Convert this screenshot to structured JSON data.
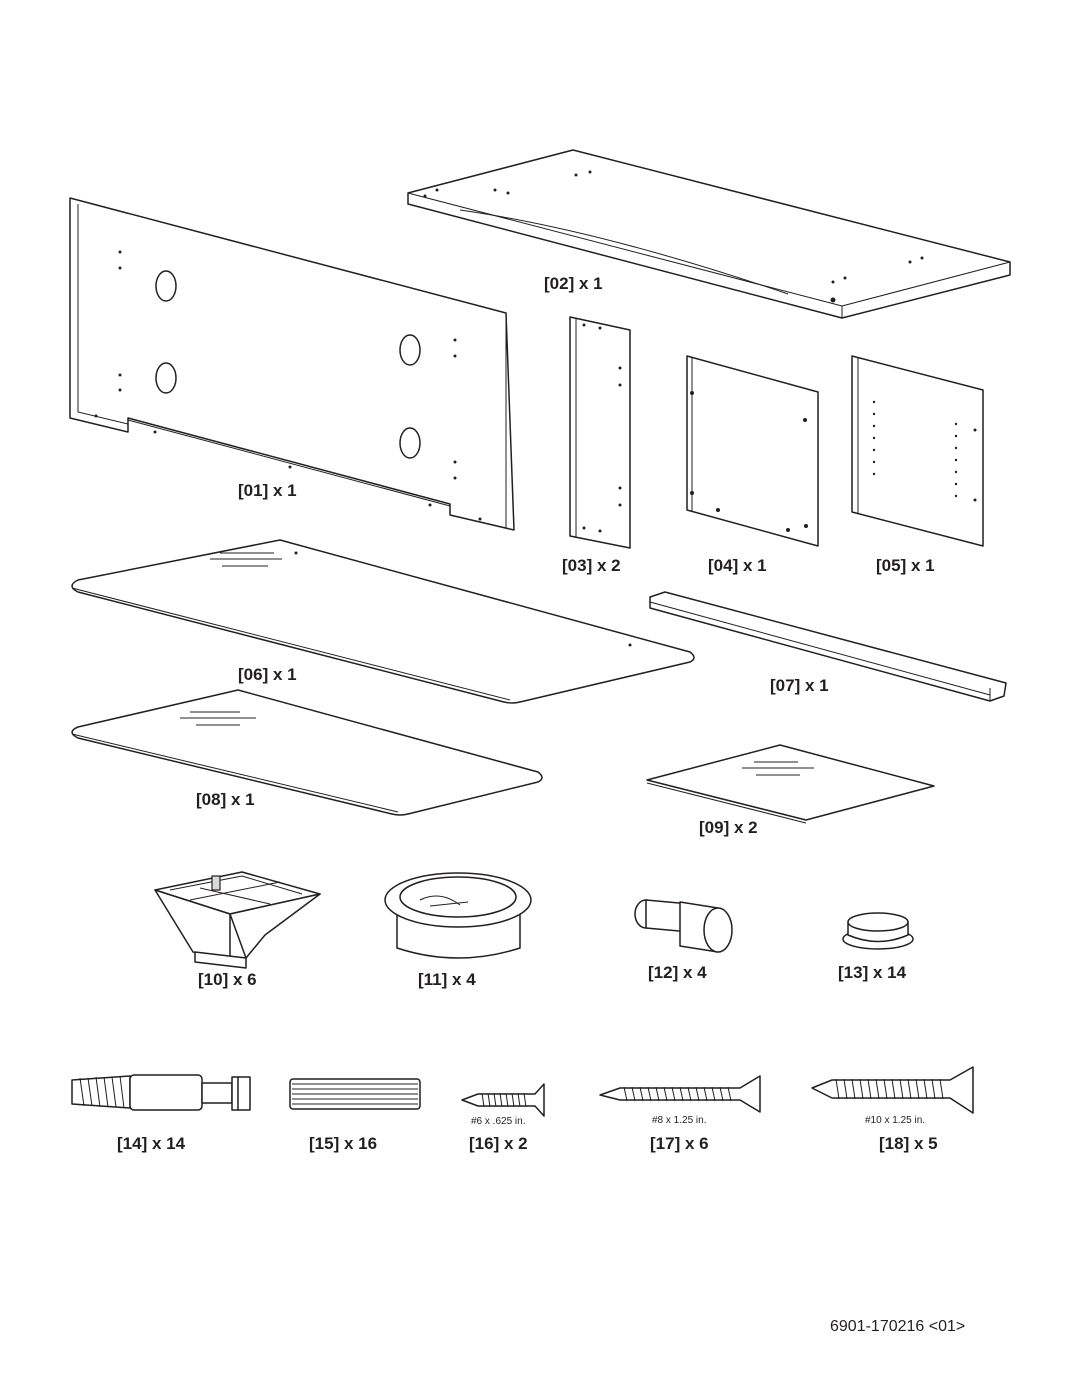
{
  "parts": [
    {
      "id": "01",
      "label": "[01] x 1"
    },
    {
      "id": "02",
      "label": "[02] x 1"
    },
    {
      "id": "03",
      "label": "[03] x 2"
    },
    {
      "id": "04",
      "label": "[04] x 1"
    },
    {
      "id": "05",
      "label": "[05] x 1"
    },
    {
      "id": "06",
      "label": "[06] x 1"
    },
    {
      "id": "07",
      "label": "[07] x 1"
    },
    {
      "id": "08",
      "label": "[08] x 1"
    },
    {
      "id": "09",
      "label": "[09] x 2"
    },
    {
      "id": "10",
      "label": "[10] x 6"
    },
    {
      "id": "11",
      "label": "[11] x 4"
    },
    {
      "id": "12",
      "label": "[12] x 4"
    },
    {
      "id": "13",
      "label": "[13] x 14"
    },
    {
      "id": "14",
      "label": "[14] x 14"
    },
    {
      "id": "15",
      "label": "[15] x 16"
    },
    {
      "id": "16",
      "label": "[16] x 2",
      "spec": "#6 x .625 in."
    },
    {
      "id": "17",
      "label": "[17] x 6",
      "spec": "#8 x 1.25 in."
    },
    {
      "id": "18",
      "label": "[18] x 5",
      "spec": "#10 x 1.25 in."
    }
  ],
  "document_code": "6901-170216 <01>"
}
